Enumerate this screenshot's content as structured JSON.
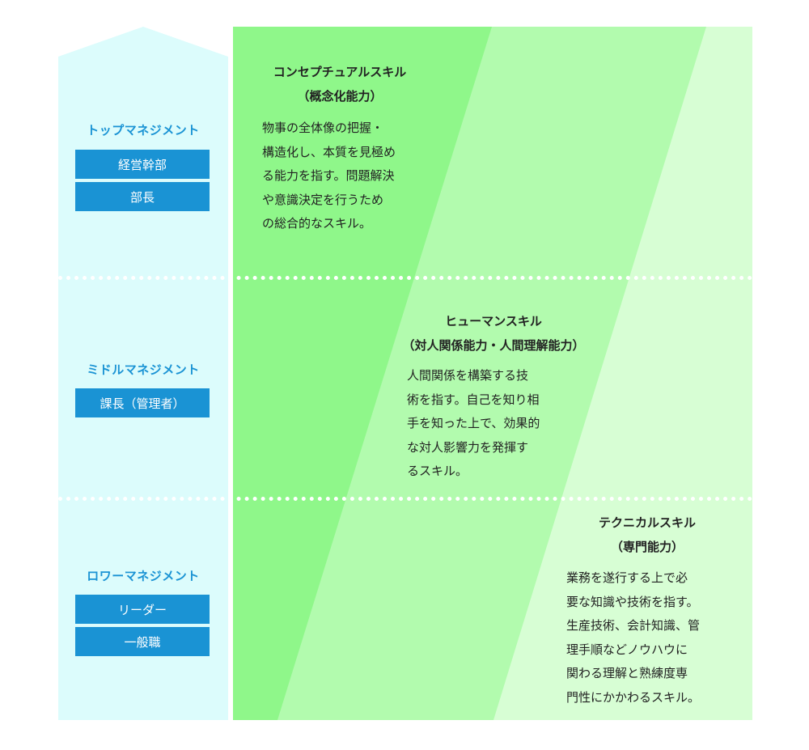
{
  "colors": {
    "level_bg": "#dcfcfc",
    "role_box": "#1a93d4",
    "level_title": "#1a93d4",
    "band_1": "#8ff78a",
    "band_2": "#b2fbae",
    "band_3": "#d7fed4"
  },
  "levels": [
    {
      "title": "トップマネジメント",
      "roles": [
        "経営幹部",
        "部長"
      ]
    },
    {
      "title": "ミドルマネジメント",
      "roles": [
        "課長（管理者）"
      ]
    },
    {
      "title": "ロワーマネジメント",
      "roles": [
        "リーダー",
        "一般職"
      ]
    }
  ],
  "skills": [
    {
      "title": "コンセプチュアルスキル",
      "subtitle": "（概念化能力）",
      "lines": [
        "物事の全体像の把握・",
        "構造化し、本質を見極め",
        "る能力を指す。問題解決",
        "や意識決定を行うため",
        "の総合的なスキル。"
      ]
    },
    {
      "title": "ヒューマンスキル",
      "subtitle": "（対人関係能力・人間理解能力）",
      "lines": [
        "人間関係を構築する技",
        "術を指す。自己を知り相",
        "手を知った上で、効果的",
        "な対人影響力を発揮す",
        "るスキル。"
      ]
    },
    {
      "title": "テクニカルスキル",
      "subtitle": "（専門能力）",
      "lines": [
        "業務を遂行する上で必",
        "要な知識や技術を指す。",
        "生産技術、会計知識、管",
        "理手順などノウハウに",
        "関わる理解と熟練度専",
        "門性にかかわるスキル。"
      ]
    }
  ]
}
